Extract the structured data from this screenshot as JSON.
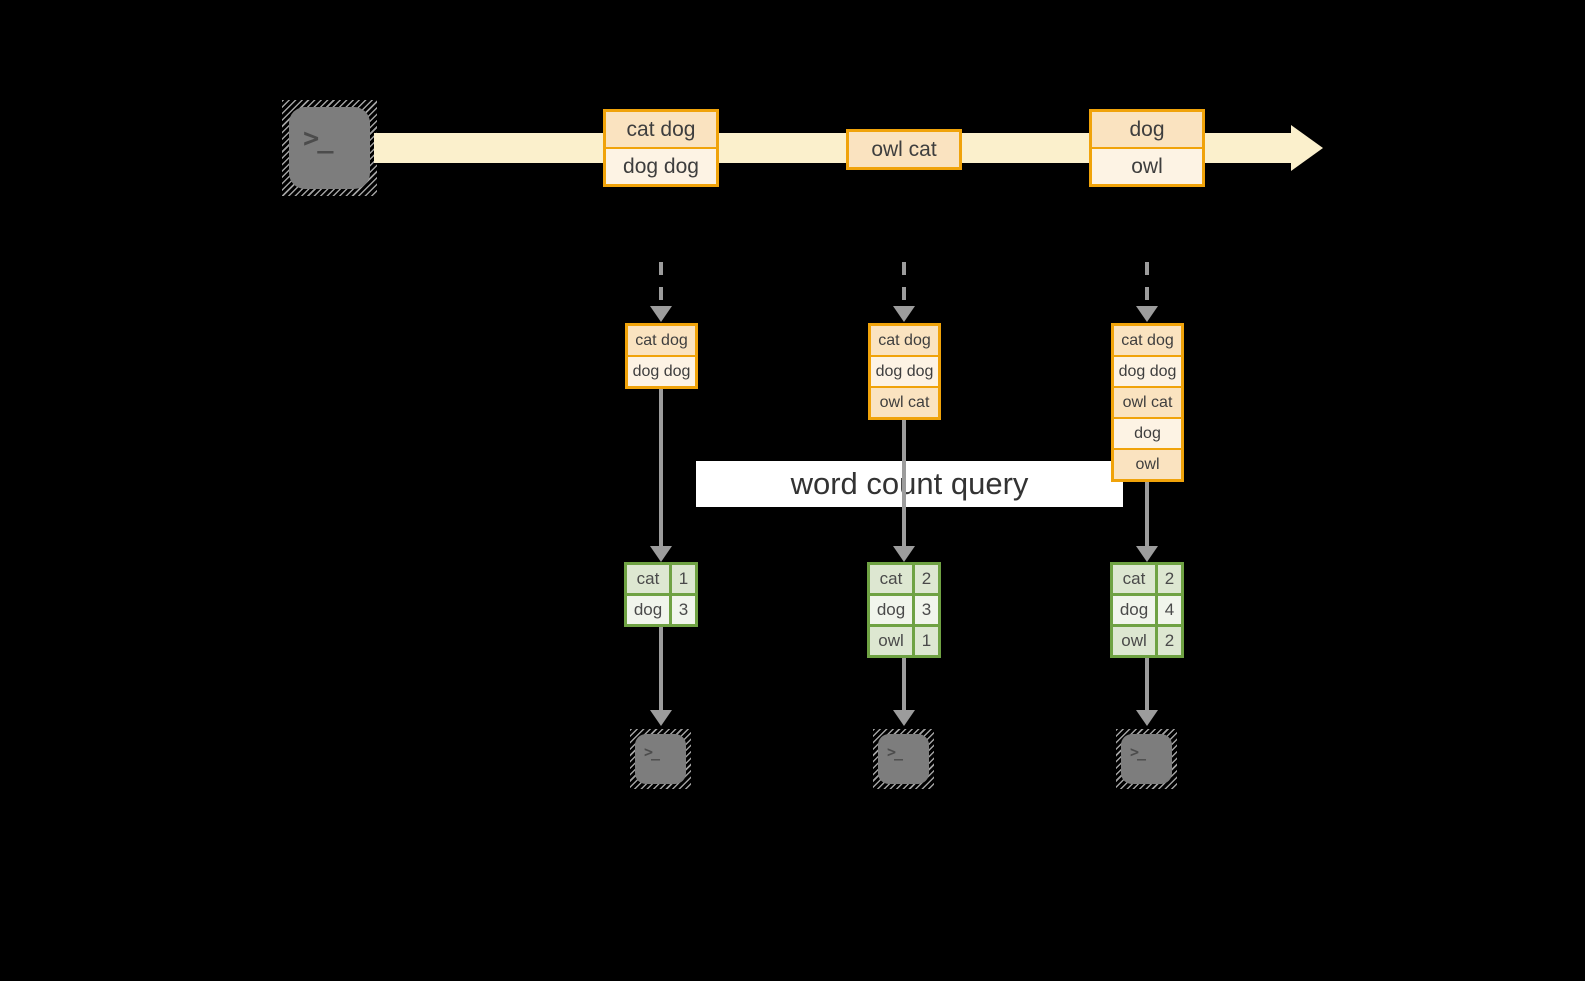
{
  "query_label": "word count query",
  "source": {
    "icon": "terminal-icon",
    "glyph": ">_"
  },
  "stream": {
    "events": [
      {
        "rows": [
          "cat dog",
          "dog dog"
        ]
      },
      {
        "rows": [
          "owl cat"
        ]
      },
      {
        "rows": [
          "dog",
          "owl"
        ]
      }
    ]
  },
  "columns": [
    {
      "buffer": [
        "cat dog",
        "dog dog"
      ],
      "counts": [
        {
          "word": "cat",
          "count": "1"
        },
        {
          "word": "dog",
          "count": "3"
        }
      ],
      "sink": {
        "icon": "terminal-icon",
        "glyph": ">_"
      }
    },
    {
      "buffer": [
        "cat dog",
        "dog dog",
        "owl cat"
      ],
      "counts": [
        {
          "word": "cat",
          "count": "2"
        },
        {
          "word": "dog",
          "count": "3"
        },
        {
          "word": "owl",
          "count": "1"
        }
      ],
      "sink": {
        "icon": "terminal-icon",
        "glyph": ">_"
      }
    },
    {
      "buffer": [
        "cat dog",
        "dog dog",
        "owl cat",
        "dog",
        "owl"
      ],
      "counts": [
        {
          "word": "cat",
          "count": "2"
        },
        {
          "word": "dog",
          "count": "4"
        },
        {
          "word": "owl",
          "count": "2"
        }
      ],
      "sink": {
        "icon": "terminal-icon",
        "glyph": ">_"
      }
    }
  ],
  "colors": {
    "background": "#000000",
    "stream_band": "#FBF0CC",
    "orange_border": "#F0A30A",
    "orange_fill_dark": "#FAE3C0",
    "orange_fill_light": "#FDF3E4",
    "green_border": "#6FA243",
    "green_fill_dark": "#DDE7D1",
    "green_fill_light": "#F1F5EC",
    "arrow_gray": "#9C9C9C",
    "terminal_gray": "#7D7D7D",
    "text": "#3E3E3E"
  }
}
